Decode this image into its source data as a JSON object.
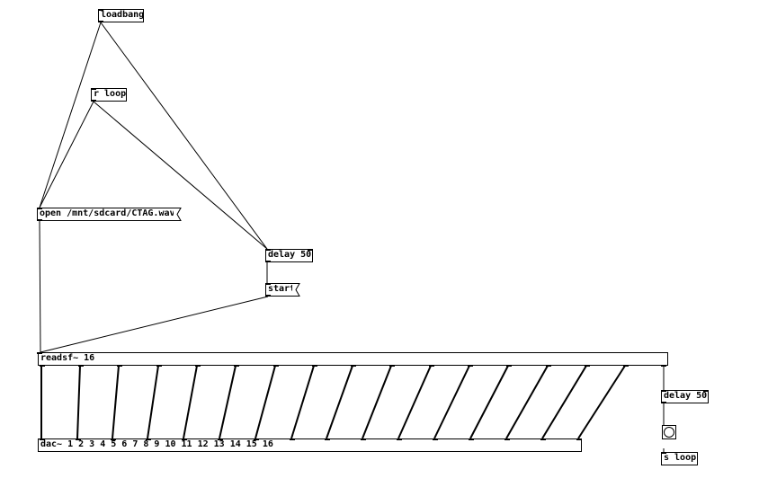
{
  "objects": {
    "loadbang": "loadbang",
    "r_loop": "r loop",
    "open_msg": "open /mnt/sdcard/CTAG.wav",
    "delay_top": "delay 50",
    "start_msg": "start",
    "readsf": "readsf~ 16",
    "dac": "dac~ 1 2 3 4 5 6 7 8 9 10 11 12 13 14 15 16",
    "delay_right": "delay 50",
    "s_loop": "s loop"
  },
  "colors": {
    "line": "#000000",
    "box_border": "#000000",
    "background": "#ffffff"
  },
  "icons": {
    "bang": "bang-circle-icon"
  }
}
